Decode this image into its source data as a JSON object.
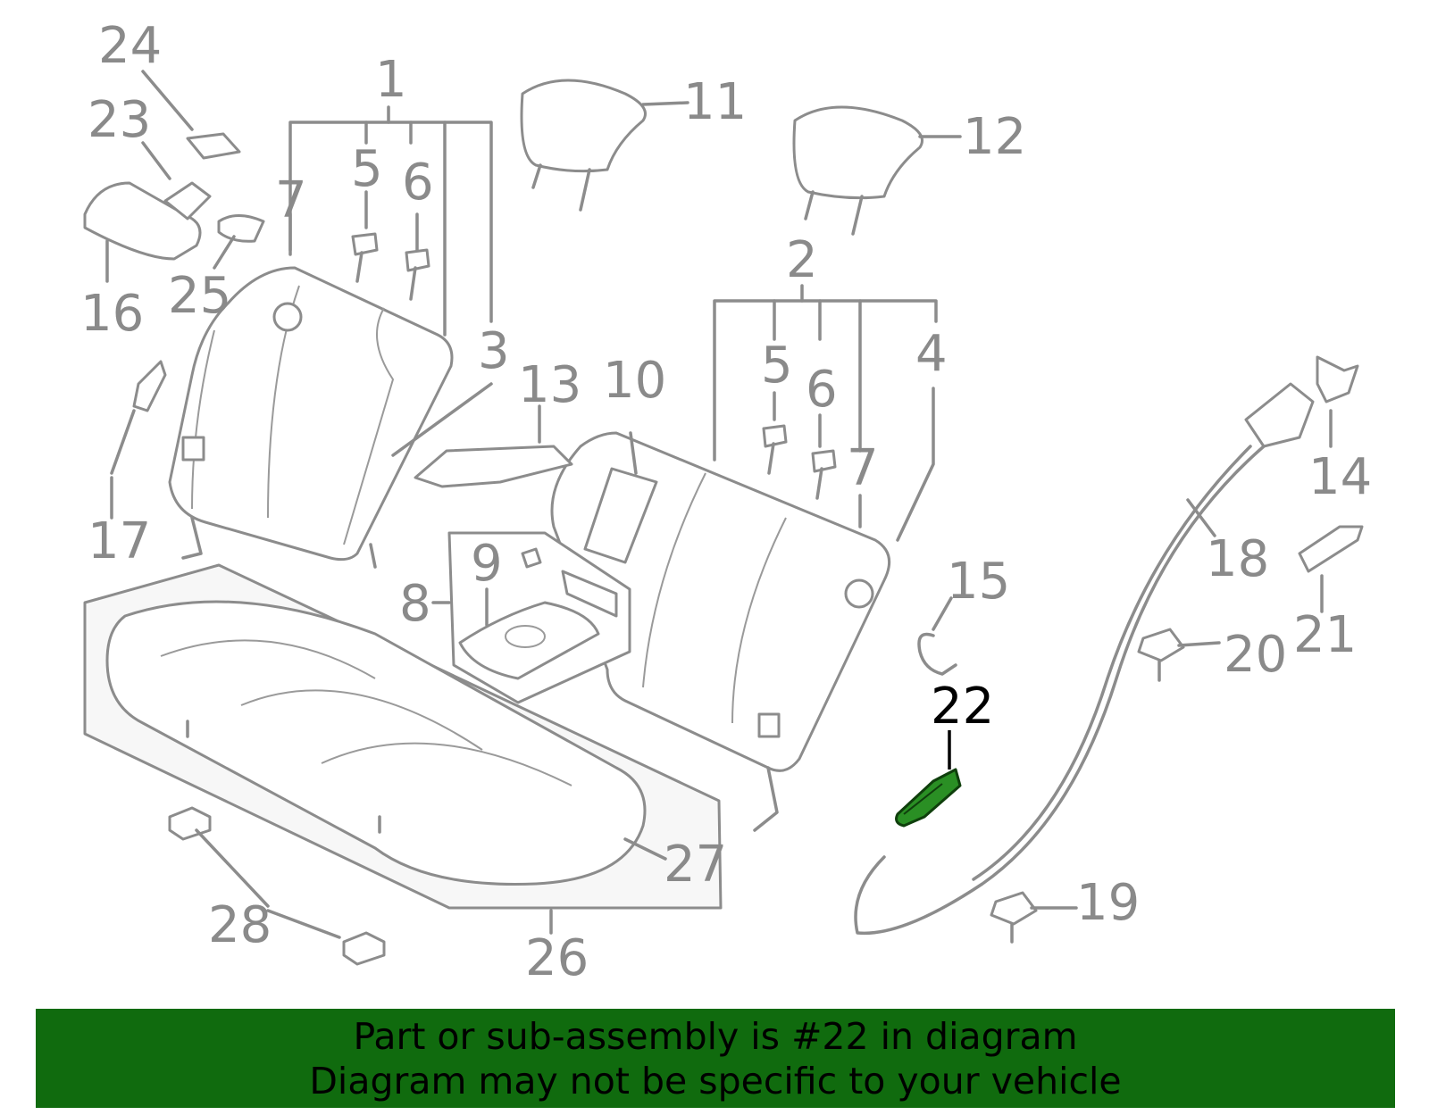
{
  "callouts": {
    "c1": "1",
    "c2": "2",
    "c3": "3",
    "c4": "4",
    "c5a": "5",
    "c5b": "5",
    "c6a": "6",
    "c6b": "6",
    "c7a": "7",
    "c7b": "7",
    "c8": "8",
    "c9": "9",
    "c10": "10",
    "c11": "11",
    "c12": "12",
    "c13": "13",
    "c14": "14",
    "c15": "15",
    "c16": "16",
    "c17": "17",
    "c18": "18",
    "c19": "19",
    "c20": "20",
    "c21": "21",
    "c22": "22",
    "c23": "23",
    "c24": "24",
    "c25": "25",
    "c26": "26",
    "c27": "27",
    "c28": "28"
  },
  "highlight": {
    "part_number": "22",
    "color": "#2a8f24"
  },
  "banner": {
    "line1": "Part or sub-assembly is #22 in diagram",
    "line2": "Diagram may not be specific to your vehicle",
    "background": "#106b0e"
  }
}
